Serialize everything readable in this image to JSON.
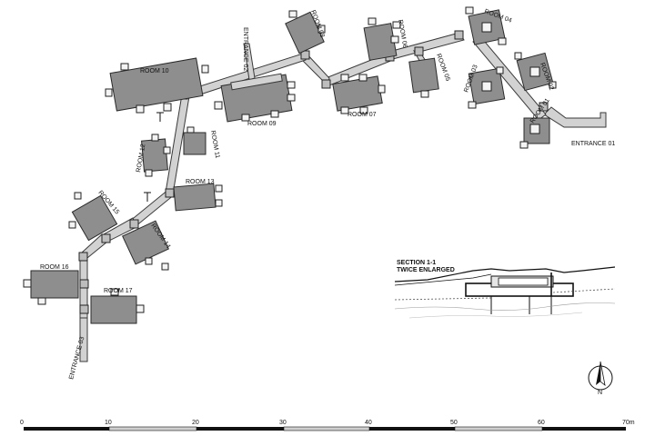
{
  "rooms": {
    "r01": "ROOM 01",
    "r02": "ROOM 02",
    "r03": "ROOM 03",
    "r04": "ROOM 04",
    "r05": "ROOM 05",
    "r06": "ROOM 06",
    "r07": "ROOM 07",
    "r08": "ROOM 08",
    "r09": "ROOM 09",
    "r10": "ROOM 10",
    "r11": "ROOM 11",
    "r12": "ROOM 12",
    "r13": "ROOM 13",
    "r14": "ROOM 14",
    "r15": "ROOM 15",
    "r16": "ROOM 16",
    "r17": "ROOM 17"
  },
  "entrances": {
    "e01": "ENTRANCE 01",
    "e02": "ENTRANCE 02",
    "e03": "ENTRANCE 03"
  },
  "section": {
    "line1": "SECTION 1-1",
    "line2": "TWICE ENLARGED"
  },
  "scale": {
    "ticks": [
      "0",
      "10",
      "20",
      "30",
      "40",
      "50",
      "60",
      "70m"
    ]
  },
  "north": {
    "letter": "N"
  }
}
